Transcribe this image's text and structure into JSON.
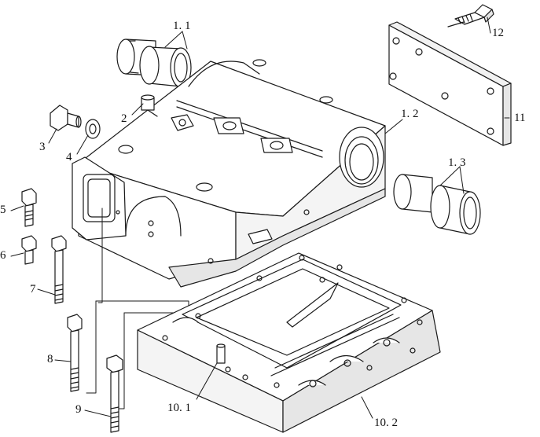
{
  "callouts": {
    "c_1_1": "1. 1",
    "c_1_2": "1. 2",
    "c_1_3": "1. 3",
    "c_2": "2",
    "c_3": "3",
    "c_4": "4",
    "c_5": "5",
    "c_6": "6",
    "c_7": "7",
    "c_8": "8",
    "c_9": "9",
    "c_10_1": "10. 1",
    "c_10_2": "10. 2",
    "c_11": "11",
    "c_12": "12"
  },
  "colors": {
    "line": "#1a1a1a",
    "fill": "#ffffff",
    "shade": "#e6e6e6"
  }
}
